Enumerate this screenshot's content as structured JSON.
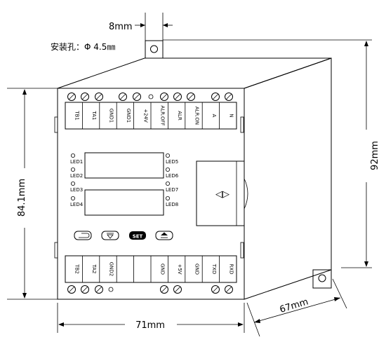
{
  "dimensions": {
    "top_width": "8mm",
    "mount_hole": "安装孔：Φ 4.5㎜",
    "height_front": "84.1mm",
    "height_total": "92mm",
    "width_front": "71mm",
    "depth": "67mm"
  },
  "top_terminals": [
    "TB1",
    "TA1",
    "GND1",
    "GND1",
    "+24V",
    "ALR.OFF",
    "ALR",
    "ALR.ON",
    "A",
    "N"
  ],
  "bottom_terminals": [
    "TB2",
    "TA2",
    "GND2",
    "",
    "",
    "GND",
    "+5V",
    "GND",
    "TXD",
    "RXD"
  ],
  "leds_left": [
    "LED1",
    "LED2",
    "LED3",
    "LED4"
  ],
  "leds_right": [
    "LED5",
    "LED6",
    "LED7",
    "LED8"
  ],
  "keys": [
    {
      "name": "return-key",
      "label": ""
    },
    {
      "name": "down-key",
      "label": ""
    },
    {
      "name": "set-key",
      "label": "SET"
    },
    {
      "name": "up-key",
      "label": ""
    }
  ],
  "connector_symbol": "◁▷"
}
